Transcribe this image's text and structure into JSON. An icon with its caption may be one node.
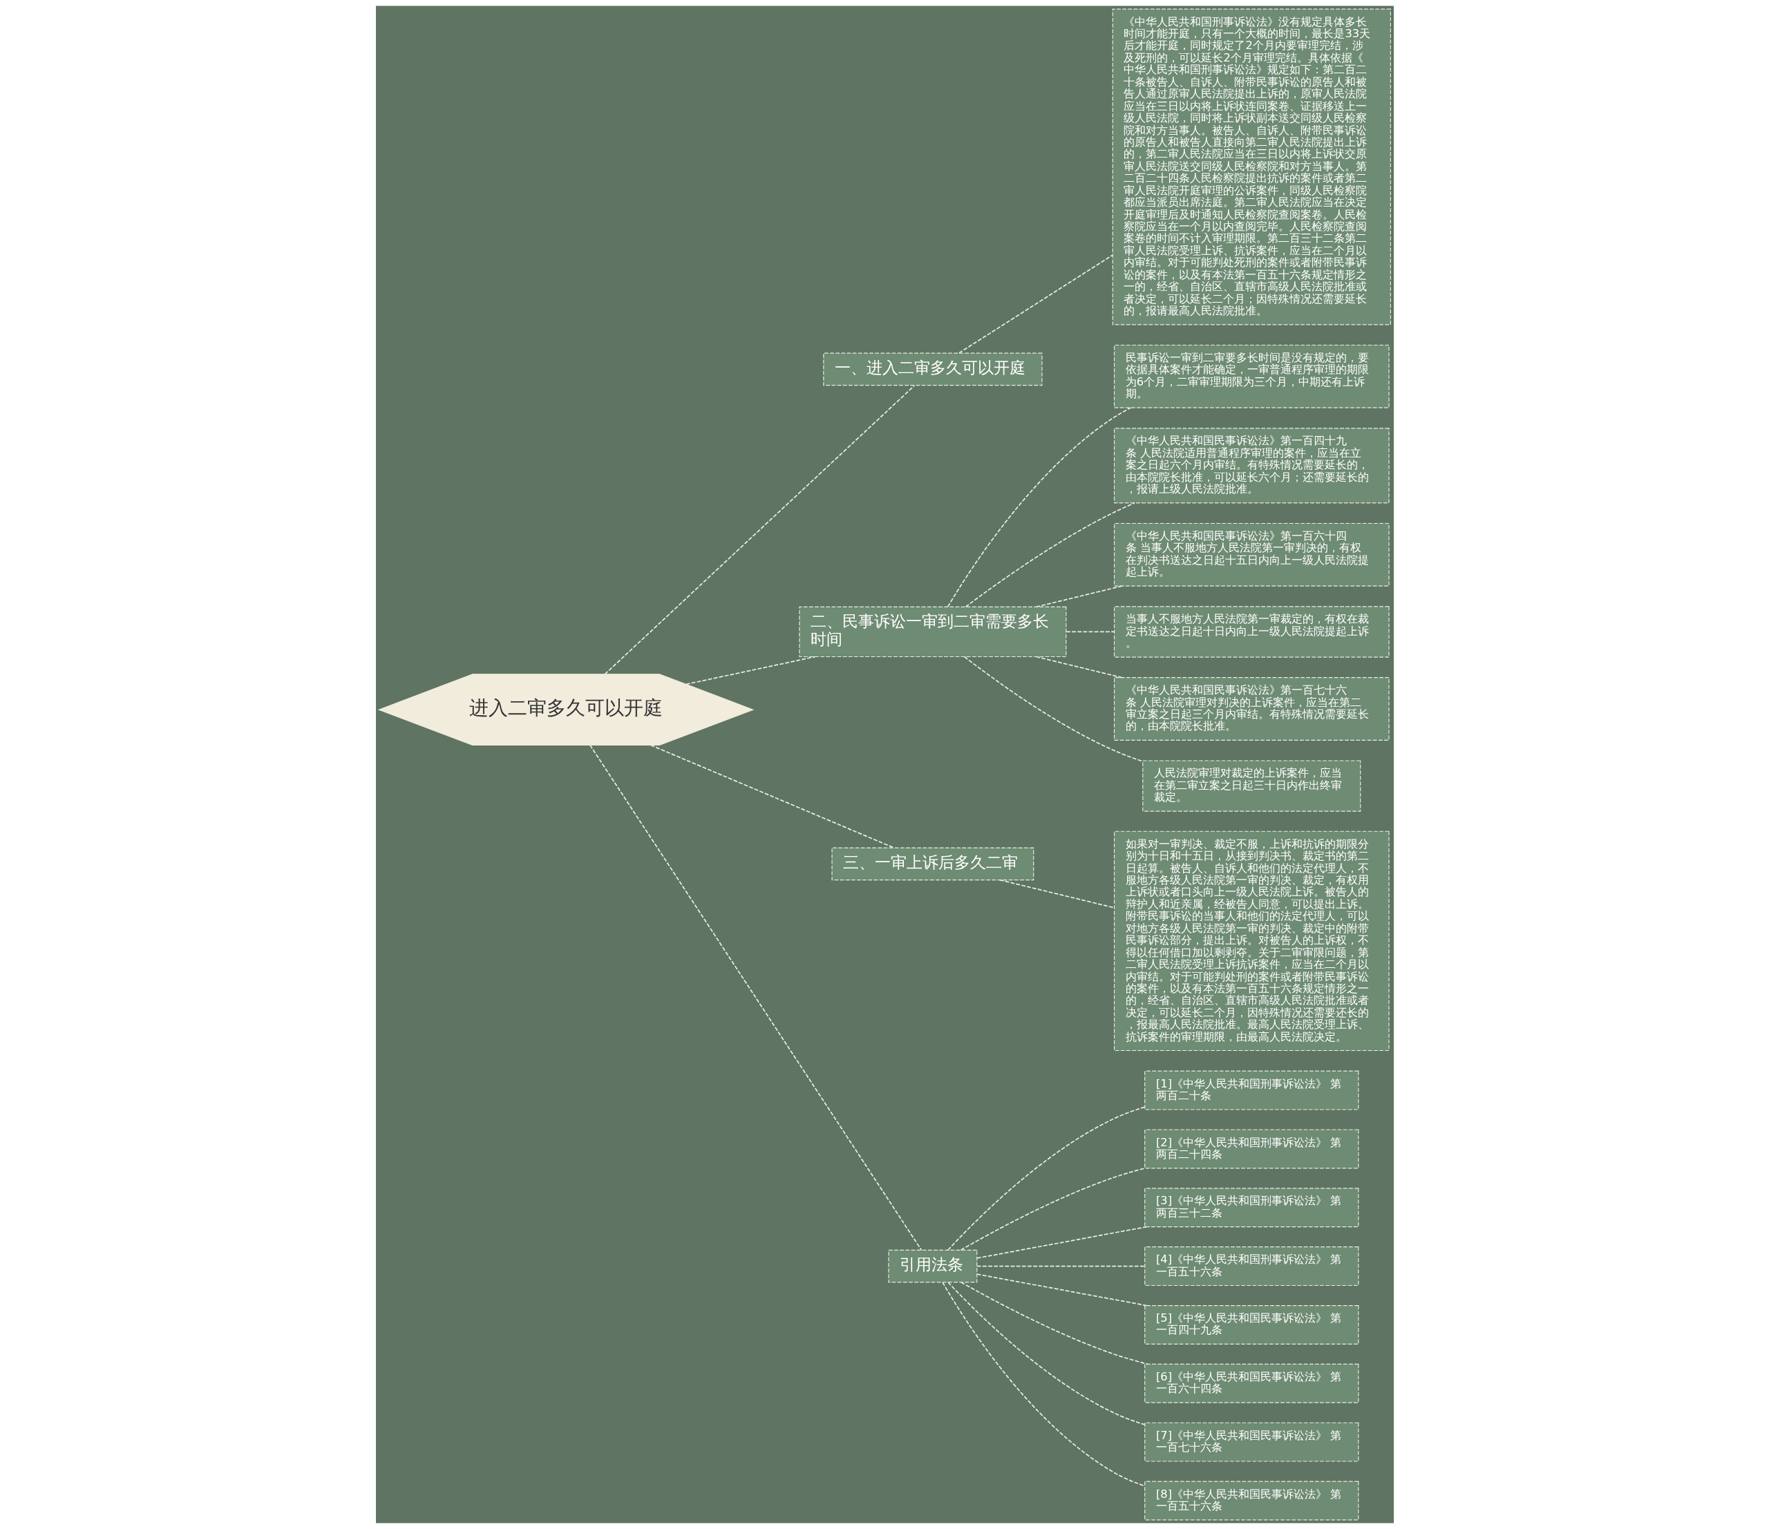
{
  "diagram": {
    "nodes": [
      {
        "text": [
          "进入二审多久可以开庭"
        ]
      },
      {
        "text": [
          "一、进入二审多久可以开庭"
        ]
      },
      {
        "text": [
          "《中华人民共和国刑事诉讼法》没有规定具体多长时间才能开庭，只有一个大概的时间，最长是33天后才能开庭，同时规定了2个月内要审理完结，涉及死刑的，可以延长2个月审理完结。具体依据《中华人民共和国刑事诉讼法》规定如下：第二百二十条被告人、自诉人、附带民事诉讼的原告人和被告人通过原审人民法院提出上诉的，原审人民法院应当在三日以内将上诉状连同案卷、证据移送上一级人民法院，同时将上诉状副本送交同级人民检察院和对方当事人。被告人、自诉人、附带民事诉讼的原告人和被告人直接向第二审人民法院提出上诉的，第二审人民法院应当在三日以内将上诉状交原审人民法院送交同级人民检察院和对方当事人。第二百二十四条人民检察院提出抗诉的案件或者第二审人民法院开庭审理的公诉案件，同级人民检察院都应当派员出席法庭。第二审人民法院应当在决定开庭审理后及时通知人民检察院查阅案卷。人民检察院应当在一个月以内查阅完毕。人民检察院查阅案卷的时间不计入审理期限。第二百三十二条第二审人民法院受理上诉、抗诉案件，应当在二个月以内审结。对于可能判处死刑的案件或者附带民事诉讼的案件，以及有本法第一百五十六条规定情形之一的，经省、自治区、直辖市高级人民法院批准或者决定，可以延长二个月；因特殊情况还需要延长的，报请最高人民法院批准。"
        ]
      },
      {
        "text": [
          "二、民事诉讼一审到二审需要多长时间"
        ]
      },
      {
        "text": [
          "民事诉讼一审到二审要多长时间是没有规定的，要依据具体案件才能确定，一审普通程序审理的期限为6个月，二审审理期限为三个月，中期还有上诉期。"
        ]
      },
      {
        "text": [
          "《中华人民共和国民事诉讼法》第一百四十九条 人民法院适用普通程序审理的案件，应当在立案之日起六个月内审结。有特殊情况需要延长的，由本院院长批准，可以延长六个月；还需要延长的，报请上级人民法院批准。"
        ]
      },
      {
        "text": [
          "《中华人民共和国民事诉讼法》第一百六十四条 当事人不服地方人民法院第一审判决的，有权在判决书送达之日起十五日内向上一级人民法院提起上诉。"
        ]
      },
      {
        "text": [
          "当事人不服地方人民法院第一审裁定的，有权在裁定书送达之日起十日内向上一级人民法院提起上诉。"
        ]
      },
      {
        "text": [
          "《中华人民共和国民事诉讼法》第一百七十六条 人民法院审理对判决的上诉案件，应当在第二审立案之日起三个月内审结。有特殊情况需要延长的，由本院院长批准。"
        ]
      },
      {
        "text": [
          "人民法院审理对裁定的上诉案件，应当在第二审立案之日起三十日内作出终审裁定。"
        ]
      },
      {
        "text": [
          "三、一审上诉后多久二审"
        ]
      },
      {
        "text": [
          "如果对一审判决、裁定不服，上诉和抗诉的期限分别为十日和十五日，从接到判决书、裁定书的第二日起算。被告人、自诉人和他们的法定代理人，不服地方各级人民法院第一审的判决、裁定，有权用上诉状或者口头向上一级人民法院上诉。被告人的辩护人和近亲属，经被告人同意，可以提出上诉。附带民事诉讼的当事人和他们的法定代理人，可以对地方各级人民法院第一审的判决、裁定中的附带民事诉讼部分，提出上诉。对被告人的上诉权，不得以任何借口加以剩剥夺。关于二审审限问题，第二审人民法院受理上诉抗诉案件，应当在二个月以内审结。对于可能判处刑的案件或者附带民事诉讼的案件，以及有本法第一百五十六条规定情形之一的，经省、自治区、直辖市高级人民法院批准或者决定，可以延长二个月，因特殊情况还需要还长的，报最高人民法院批准。最高人民法院受理上诉、抗诉案件的审理期限，由最高人民法院决定。"
        ]
      },
      {
        "text": [
          "引用法条"
        ]
      },
      {
        "text": [
          "[1]《中华人民共和国刑事诉讼法》 第两百二十条"
        ]
      },
      {
        "text": [
          "[2]《中华人民共和国刑事诉讼法》 第两百二十四条"
        ]
      },
      {
        "text": [
          "[3]《中华人民共和国刑事诉讼法》 第两百三十二条"
        ]
      },
      {
        "text": [
          "[4]《中华人民共和国刑事诉讼法》 第一百五十六条"
        ]
      },
      {
        "text": [
          "[5]《中华人民共和国民事诉讼法》 第一百四十九条"
        ]
      },
      {
        "text": [
          "[6]《中华人民共和国民事诉讼法》 第一百六十四条"
        ]
      },
      {
        "text": [
          "[7]《中华人民共和国民事诉讼法》 第一百七十六条"
        ]
      },
      {
        "text": [
          "[8]《中华人民共和国民事诉讼法》 第一百五十六条"
        ]
      }
    ],
    "edges": [
      {
        "from": 0,
        "to": 1,
        "arrow": "none",
        "style": "dashed"
      },
      {
        "from": 1,
        "to": 2,
        "arrow": "none",
        "style": "dashed"
      },
      {
        "from": 0,
        "to": 3,
        "arrow": "none",
        "style": "dashed"
      },
      {
        "from": 3,
        "to": 4,
        "arrow": "none",
        "style": "dashed"
      },
      {
        "from": 3,
        "to": 5,
        "arrow": "none",
        "style": "dashed"
      },
      {
        "from": 3,
        "to": 6,
        "arrow": "none",
        "style": "dashed"
      },
      {
        "from": 3,
        "to": 7,
        "arrow": "none",
        "style": "dashed"
      },
      {
        "from": 3,
        "to": 8,
        "arrow": "none",
        "style": "dashed"
      },
      {
        "from": 3,
        "to": 9,
        "arrow": "none",
        "style": "dashed"
      },
      {
        "from": 0,
        "to": 10,
        "arrow": "none",
        "style": "dashed"
      },
      {
        "from": 10,
        "to": 11,
        "arrow": "none",
        "style": "dashed"
      },
      {
        "from": 0,
        "to": 12,
        "arrow": "none",
        "style": "dashed"
      },
      {
        "from": 12,
        "to": 13,
        "arrow": "none",
        "style": "dashed"
      },
      {
        "from": 12,
        "to": 14,
        "arrow": "none",
        "style": "dashed"
      },
      {
        "from": 12,
        "to": 15,
        "arrow": "none",
        "style": "dashed"
      },
      {
        "from": 12,
        "to": 16,
        "arrow": "none",
        "style": "dashed"
      },
      {
        "from": 12,
        "to": 17,
        "arrow": "none",
        "style": "dashed"
      },
      {
        "from": 12,
        "to": 18,
        "arrow": "none",
        "style": "dashed"
      },
      {
        "from": 12,
        "to": 19,
        "arrow": "none",
        "style": "dashed"
      },
      {
        "from": 12,
        "to": 20,
        "arrow": "none",
        "style": "dashed"
      }
    ]
  }
}
